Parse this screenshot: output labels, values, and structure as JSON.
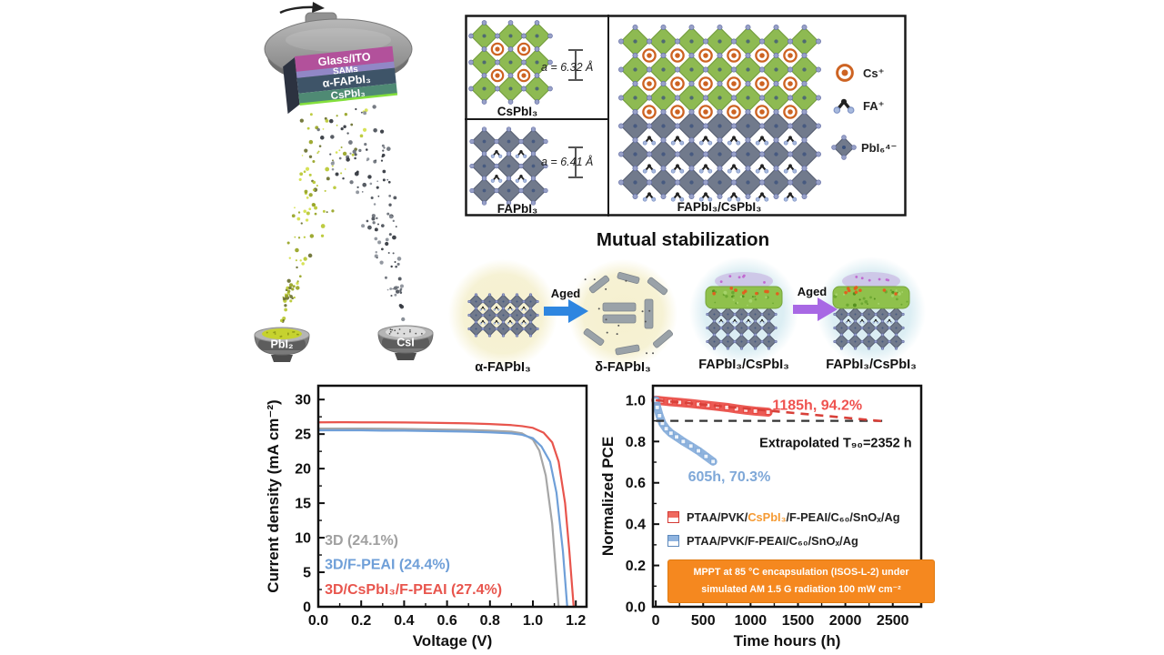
{
  "figure": {
    "background": "#ffffff"
  },
  "schematic": {
    "stack_layers": [
      {
        "label": "Glass/ITO",
        "color": "#b2519b"
      },
      {
        "label": "SAMs",
        "color": "#9187c6"
      },
      {
        "label": "α-FAPbI₃",
        "color": "#3e5468"
      },
      {
        "label": "CsPbI₃",
        "color": "#4f8a74"
      }
    ],
    "sources": [
      {
        "label": "PbI₂",
        "material_color": "#c6d22f",
        "stream_colors": [
          "#b9c832",
          "#d4e04a",
          "#97a424",
          "#6a7030"
        ]
      },
      {
        "label": "CsI",
        "material_color": "#dcdcdc",
        "stream_colors": [
          "#4a4f58",
          "#6a7078",
          "#31353d",
          "#8a8f98"
        ]
      }
    ]
  },
  "crystal_panel": {
    "octahedra_green": "#8eba52",
    "octahedra_green_stroke": "#6f9a39",
    "octahedra_gray": "#717a8c",
    "octahedra_gray_stroke": "#555d70",
    "cs_color": "#cd6322",
    "iodine_color": "#98a1c8",
    "cspbi3": {
      "label": "CsPbI₃",
      "lattice_constant": "a = 6.32 Å"
    },
    "fapbi3": {
      "label": "FAPbI₃",
      "lattice_constant": "a = 6.41 Å"
    },
    "hetero": {
      "label": "FAPbI₃/CsPbI₃"
    },
    "legend": [
      {
        "label": "Cs⁺"
      },
      {
        "label": "FA⁺"
      },
      {
        "label": "PbI₆⁴⁻"
      }
    ]
  },
  "stabilization": {
    "title": "Mutual stabilization",
    "steps": [
      {
        "label": "α-FAPbI₃"
      },
      {
        "label": "δ-FAPbI₃"
      },
      {
        "label": "FAPbI₃/CsPbI₃"
      },
      {
        "label": "FAPbI₃/CsPbI₃"
      }
    ],
    "arrows": [
      {
        "label": "Aged",
        "color": "#2e86e0"
      },
      {
        "label": "Aged",
        "color": "#a868e4"
      }
    ]
  },
  "chart_data": [
    {
      "id": "jv-curves",
      "type": "line",
      "xlabel": "Voltage (V)",
      "ylabel": "Current density (mA cm⁻²)",
      "xlim": [
        0,
        1.25
      ],
      "ylim": [
        0,
        32
      ],
      "grid": false,
      "xticks": {
        "values": [
          0,
          0.2,
          0.4,
          0.6,
          0.8,
          1.0,
          1.2
        ],
        "labels": [
          "0.0",
          "0.2",
          "0.4",
          "0.6",
          "0.8",
          "1.0",
          "1.2"
        ]
      },
      "yticks": {
        "values": [
          0,
          5,
          10,
          15,
          20,
          25,
          30
        ],
        "labels": [
          "0",
          "5",
          "10",
          "15",
          "20",
          "25",
          "30"
        ]
      },
      "xminor": [
        0.1,
        0.3,
        0.5,
        0.7,
        0.9,
        1.1
      ],
      "yminor": [
        2.5,
        7.5,
        12.5,
        17.5,
        22.5,
        27.5
      ],
      "series": [
        {
          "name": "3D (24.1%)",
          "color": "#a6a6a6",
          "width": 2.2,
          "x": [
            0,
            0.1,
            0.2,
            0.3,
            0.4,
            0.5,
            0.6,
            0.7,
            0.8,
            0.9,
            0.95,
            1.0,
            1.03,
            1.06,
            1.09,
            1.11,
            1.12
          ],
          "y": [
            25.8,
            25.8,
            25.8,
            25.78,
            25.75,
            25.7,
            25.65,
            25.6,
            25.5,
            25.35,
            25.1,
            24.2,
            22.6,
            19.0,
            12.0,
            4.0,
            0
          ]
        },
        {
          "name": "3D/F-PEAI (24.4%)",
          "color": "#6f9fd8",
          "width": 2.2,
          "x": [
            0,
            0.1,
            0.2,
            0.3,
            0.4,
            0.5,
            0.6,
            0.7,
            0.8,
            0.9,
            0.95,
            1.0,
            1.04,
            1.08,
            1.11,
            1.14,
            1.16
          ],
          "y": [
            25.55,
            25.55,
            25.55,
            25.5,
            25.5,
            25.45,
            25.4,
            25.35,
            25.25,
            25.1,
            24.9,
            24.4,
            23.2,
            21.0,
            16.5,
            8.0,
            0
          ]
        },
        {
          "name": "3D/CsPbI₃/F-PEAI (27.4%)",
          "color": "#e8554d",
          "width": 2.2,
          "x": [
            0,
            0.1,
            0.2,
            0.3,
            0.4,
            0.5,
            0.6,
            0.7,
            0.8,
            0.9,
            0.95,
            1.0,
            1.05,
            1.09,
            1.12,
            1.15,
            1.17,
            1.19
          ],
          "y": [
            26.7,
            26.72,
            26.7,
            26.7,
            26.68,
            26.65,
            26.6,
            26.55,
            26.45,
            26.3,
            26.15,
            25.9,
            25.2,
            23.8,
            21.0,
            15.0,
            8.0,
            0
          ]
        }
      ],
      "annotations": [
        {
          "text": "3D (24.1%)",
          "x": 0.03,
          "y": 9.7,
          "color": "#a0a0a0",
          "size": 16,
          "weight": 600,
          "anchor": "start"
        },
        {
          "text": "3D/F-PEAI (24.4%)",
          "x": 0.03,
          "y": 6.2,
          "color": "#6f9fd8",
          "size": 16,
          "weight": 600,
          "anchor": "start"
        },
        {
          "text": "3D/CsPbI₃/F-PEAI (27.4%)",
          "x": 0.03,
          "y": 2.6,
          "color": "#e8554d",
          "size": 16,
          "weight": 600,
          "anchor": "start"
        }
      ]
    },
    {
      "id": "stability",
      "type": "line",
      "xlabel": "Time hours (h)",
      "ylabel": "Normalized PCE",
      "xlim": [
        -30,
        2800
      ],
      "ylim": [
        0,
        1.07
      ],
      "grid": false,
      "xticks": {
        "values": [
          0,
          500,
          1000,
          1500,
          2000,
          2500
        ],
        "labels": [
          "0",
          "500",
          "1000",
          "1500",
          "2000",
          "2500"
        ]
      },
      "yticks": {
        "values": [
          0,
          0.2,
          0.4,
          0.6,
          0.8,
          1.0
        ],
        "labels": [
          "0.0",
          "0.2",
          "0.4",
          "0.6",
          "0.8",
          "1.0"
        ]
      },
      "xminor": [
        250,
        750,
        1250,
        1750,
        2250
      ],
      "yminor": [
        0.1,
        0.3,
        0.5,
        0.7,
        0.9
      ],
      "series": [
        {
          "name": "PTAA/PVK/CsPbI₃/F-PEAI/C₆₀/SnOₓ/Ag",
          "color": "#e8433c",
          "width": 10,
          "marker": true,
          "x": [
            0,
            60,
            150,
            250,
            350,
            450,
            550,
            650,
            750,
            850,
            950,
            1050,
            1185
          ],
          "y": [
            1.0,
            0.997,
            0.993,
            0.989,
            0.985,
            0.98,
            0.975,
            0.97,
            0.965,
            0.958,
            0.952,
            0.947,
            0.942
          ]
        },
        {
          "name": "PTAA/PVK/F-PEAI/C₆₀/SnOₓ/Ag",
          "color": "#7fa8d8",
          "width": 9,
          "marker": true,
          "x": [
            0,
            15,
            40,
            70,
            110,
            160,
            220,
            290,
            370,
            450,
            530,
            605
          ],
          "y": [
            1.0,
            0.965,
            0.925,
            0.888,
            0.862,
            0.84,
            0.822,
            0.8,
            0.778,
            0.755,
            0.728,
            0.703
          ]
        }
      ],
      "ref_lines": [
        {
          "name": "t90-line",
          "x1": 0,
          "y1": 0.9,
          "x2": 2430,
          "y2": 0.9,
          "color": "#333",
          "dash": "9,7",
          "width": 2.2
        },
        {
          "name": "extrapolation-line",
          "x1": 0,
          "y1": 1.0,
          "x2": 2400,
          "y2": 0.898,
          "color": "#d84039",
          "dash": "9,7",
          "width": 2.6
        }
      ],
      "annotations": [
        {
          "text": "1185h, 94.2%",
          "x": 1230,
          "y": 0.978,
          "color": "#ef5350",
          "size": 16,
          "weight": 700,
          "anchor": "start"
        },
        {
          "text": "605h, 70.3%",
          "x": 340,
          "y": 0.633,
          "color": "#7fa8d8",
          "size": 16,
          "weight": 700,
          "anchor": "start"
        },
        {
          "text": "Extrapolated T₉₀=2352 h",
          "x": 2700,
          "y": 0.795,
          "color": "#111",
          "size": 14.5,
          "weight": 600,
          "anchor": "end"
        }
      ],
      "legend": [
        {
          "pre": "PTAA/PVK/",
          "highlight": "CsPbI₃",
          "post": "/F-PEAI/C₆₀/SnOₓ/Ag",
          "color": "#e8433c",
          "highlight_color": "#f59a33"
        },
        {
          "pre": "PTAA/PVK/F-PEAI/C₆₀/SnOₓ/Ag",
          "highlight": "",
          "post": "",
          "color": "#7fa8d8"
        }
      ],
      "condition_box": {
        "color": "#f5881f",
        "line1": "MPPT at 85 °C encapsulation (ISOS-L-2) under",
        "line2": "simulated AM 1.5 G radiation 100 mW cm⁻²"
      }
    }
  ]
}
